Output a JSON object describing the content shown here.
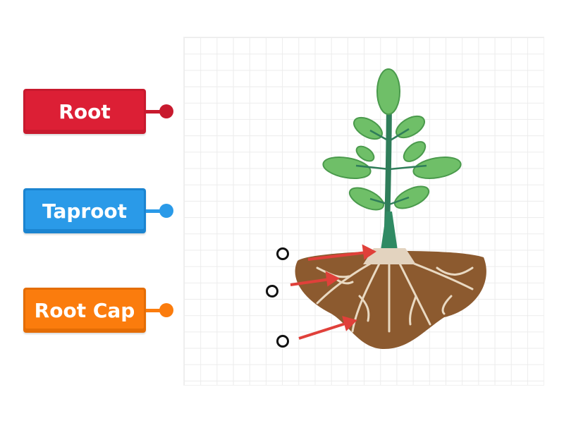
{
  "labels": [
    {
      "text": "Root",
      "color": "#dc1f35"
    },
    {
      "text": "Taproot",
      "color": "#2a9ae8"
    },
    {
      "text": "Root Cap",
      "color": "#fb7c0d"
    }
  ],
  "targets": [
    "target-1",
    "target-2",
    "target-3"
  ],
  "arrow_color": "#e0403a"
}
